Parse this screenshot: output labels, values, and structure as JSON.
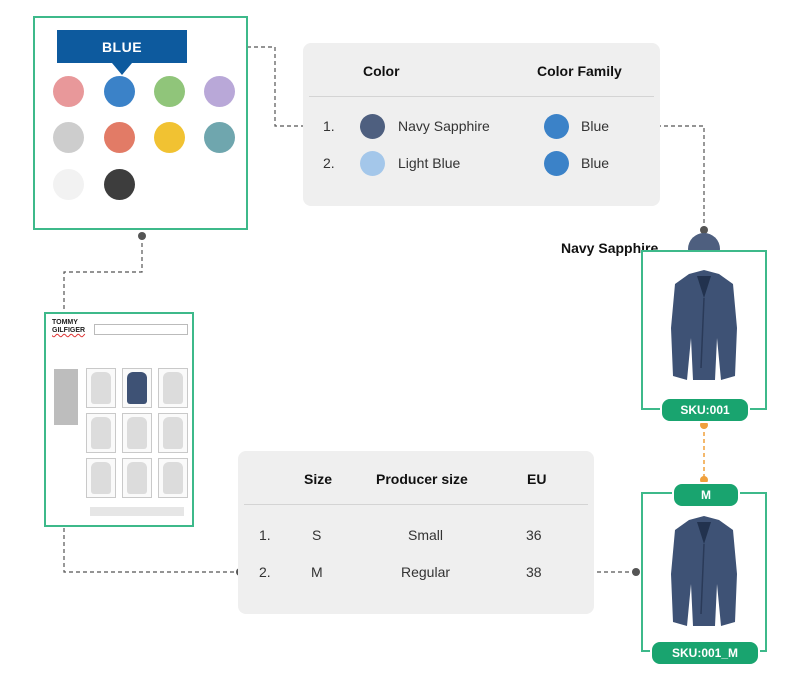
{
  "picker": {
    "selected_label": "BLUE",
    "swatches": [
      "#e8989a",
      "#3b82c8",
      "#90c57a",
      "#b9a8d8",
      "#cdcdcd",
      "#e27b66",
      "#f1c232",
      "#6fa6ae",
      "#f2f2f2",
      "#3d3d3d"
    ]
  },
  "color_table": {
    "headers": {
      "color": "Color",
      "family": "Color Family"
    },
    "rows": [
      {
        "num": "1.",
        "color_name": "Navy Sapphire",
        "color_hex": "#4e5f7f",
        "family_name": "Blue",
        "family_hex": "#3b82c8"
      },
      {
        "num": "2.",
        "color_name": "Light Blue",
        "color_hex": "#a4c7ea",
        "family_name": "Blue",
        "family_hex": "#3b82c8"
      }
    ]
  },
  "product_top": {
    "color_label": "Navy Sapphire",
    "sku": "SKU:001",
    "dot_hex": "#4e5f7f"
  },
  "product_bottom": {
    "size_pill": "M",
    "sku": "SKU:001_M"
  },
  "size_table": {
    "headers": {
      "size": "Size",
      "producer": "Producer size",
      "eu": "EU"
    },
    "rows": [
      {
        "num": "1.",
        "size": "S",
        "producer": "Small",
        "eu": "36"
      },
      {
        "num": "2.",
        "size": "M",
        "producer": "Regular",
        "eu": "38"
      }
    ]
  },
  "store": {
    "logo_line1": "TOMMY",
    "logo_line2": "GILFIGER"
  },
  "colors": {
    "accent_green": "#3db98a",
    "pill_green": "#19a46f",
    "tag_blue": "#0d5a9e",
    "orange": "#f0a03c"
  }
}
